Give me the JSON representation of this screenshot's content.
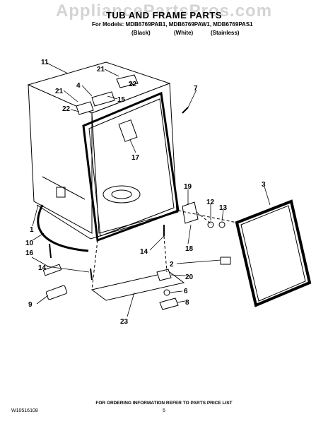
{
  "watermark": "AppliancePartsPros.com",
  "header": {
    "title": "TUB AND FRAME PARTS",
    "models_line": "For Models: MDB6769PAB1, MDB6769PAW1, MDB6769PAS1",
    "variants": [
      "(Black)",
      "(White)",
      "(Stainless)"
    ]
  },
  "callouts": {
    "c11": "11",
    "c21a": "21",
    "c4": "4",
    "c22a": "22",
    "c15": "15",
    "c7": "7",
    "c21b": "21",
    "c22b": "22",
    "c17": "17",
    "c19": "19",
    "c3": "3",
    "c12": "12",
    "c13": "13",
    "c1": "1",
    "c10": "10",
    "c18": "18",
    "c16": "16",
    "c14a": "14",
    "c14b": "14",
    "c2": "2",
    "c20": "20",
    "c9": "9",
    "c6": "6",
    "c8": "8",
    "c23": "23"
  },
  "footer": {
    "doc_number": "W10516108",
    "ordering_note": "FOR ORDERING INFORMATION REFER TO PARTS PRICE LIST",
    "page_number": "5"
  }
}
